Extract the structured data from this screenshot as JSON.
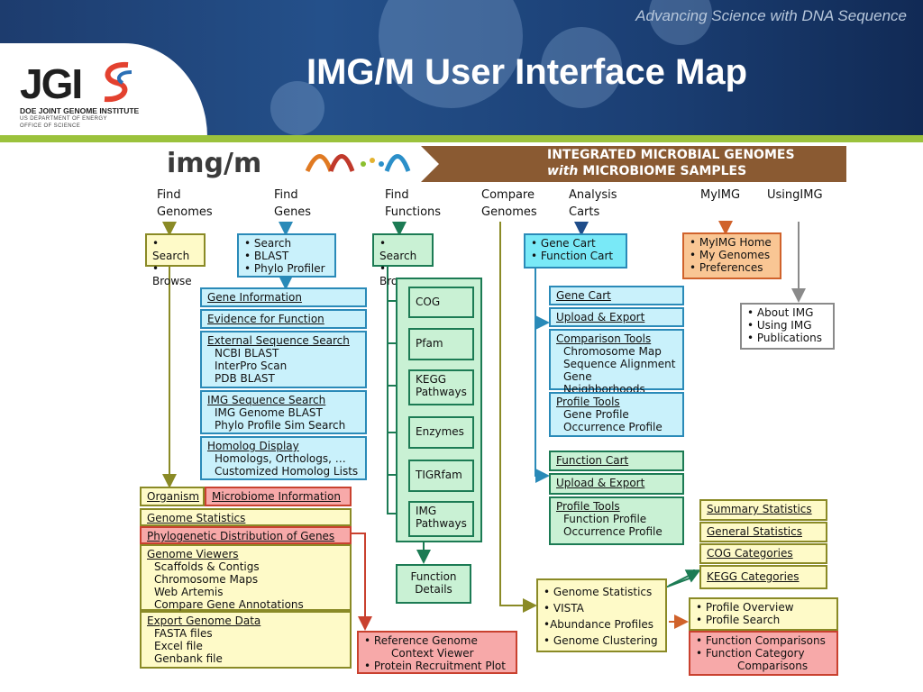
{
  "header": {
    "tagline": "Advancing Science with DNA Sequence",
    "title": "IMG/M User Interface Map",
    "logo": {
      "mark": "JGI",
      "line1": "DOE JOINT GENOME INSTITUTE",
      "line2": "US DEPARTMENT OF ENERGY",
      "line3": "OFFICE OF SCIENCE"
    }
  },
  "banner": {
    "logo": "img/m",
    "line1": "INTEGRATED MICROBIAL GENOMES",
    "line2_prefix": "with",
    "line2_rest": "MICROBIOME SAMPLES"
  },
  "nav": {
    "find_genomes": [
      "Find",
      "Genomes"
    ],
    "find_genes": [
      "Find",
      "Genes"
    ],
    "find_functions": [
      "Find",
      "Functions"
    ],
    "compare_genomes": [
      "Compare",
      "Genomes"
    ],
    "analysis_carts": [
      "Analysis",
      "Carts"
    ],
    "myimg": "MyIMG",
    "usingimg": "UsingIMG"
  },
  "find_genomes_box": [
    "• Search",
    "• Browse"
  ],
  "find_genes_box": [
    "• Search",
    "• BLAST",
    "• Phylo Profiler"
  ],
  "find_functions_box": [
    "• Search",
    "• Browse"
  ],
  "analysis_carts_box": [
    "• Gene Cart",
    "• Function Cart"
  ],
  "myimg_box": [
    "• MyIMG Home",
    "• My Genomes",
    "• Preferences"
  ],
  "usingimg_box": [
    "• About IMG",
    "• Using IMG",
    "• Publications"
  ],
  "gene_detail": {
    "gene_information": "Gene Information",
    "evidence": "Evidence for Function",
    "external_search": "External Sequence Search",
    "external_items": [
      "NCBI BLAST",
      "InterPro Scan",
      "PDB BLAST"
    ],
    "img_seq_search": "IMG Sequence Search",
    "img_seq_items": [
      "IMG Genome BLAST",
      "Phylo Profile Sim Search"
    ],
    "homolog_display": "Homolog Display",
    "homolog_items": [
      "Homologs, Orthologs, …",
      "Customized Homolog Lists"
    ]
  },
  "function_boxes": [
    "COG",
    "Pfam",
    [
      "KEGG",
      "Pathways"
    ],
    "Enzymes",
    "TIGRfam",
    [
      "IMG",
      "Pathways"
    ]
  ],
  "function_details": [
    "Function",
    "Details"
  ],
  "gene_cart": {
    "title": "Gene Cart",
    "upload": "Upload & Export",
    "comparison_tools": "Comparison Tools",
    "comparison_items": [
      "Chromosome Map",
      "Sequence Alignment",
      "Gene Neighborhoods"
    ],
    "profile_tools": "Profile Tools",
    "profile_items": [
      "Gene Profile",
      "Occurrence Profile"
    ]
  },
  "function_cart": {
    "title": "Function Cart",
    "upload": "Upload & Export",
    "profile_tools": "Profile Tools",
    "profile_items": [
      "Function Profile",
      "Occurrence Profile"
    ]
  },
  "genome_detail": {
    "organism": "Organism",
    "microbiome": "Microbiome  Information",
    "genome_statistics": "Genome Statistics",
    "phylo_distribution": "Phylogenetic Distribution of Genes",
    "genome_viewers": "Genome Viewers",
    "viewer_items": [
      "Scaffolds & Contigs",
      "Chromosome Maps",
      "Web Artemis",
      "Compare Gene Annotations"
    ],
    "export": "Export Genome Data",
    "export_items": [
      "FASTA files",
      "Excel file",
      "Genbank file"
    ]
  },
  "reference_box": [
    "• Reference Genome",
    "Context Viewer",
    "• Protein Recruitment Plot"
  ],
  "compare_box": [
    "• Genome Statistics",
    "• VISTA",
    "•Abundance Profiles",
    "• Genome Clustering"
  ],
  "stats_boxes": [
    "Summary Statistics",
    "General Statistics",
    "COG Categories",
    "KEGG Categories"
  ],
  "profile_box": [
    "• Profile Overview",
    "• Profile Search"
  ],
  "comparison_box": [
    "• Function Comparisons",
    "• Function Category",
    "Comparisons"
  ],
  "colors": {
    "header_blue": "#1d3c6e",
    "green_bar": "#9bc23c",
    "banner_brown": "#8a5a32",
    "yellow": "#fefac8",
    "blue": "#c9f1fb",
    "green": "#c9f1d4",
    "red": "#f7a9a9",
    "orange": "#f9c694",
    "cyan": "#79e9f7"
  }
}
